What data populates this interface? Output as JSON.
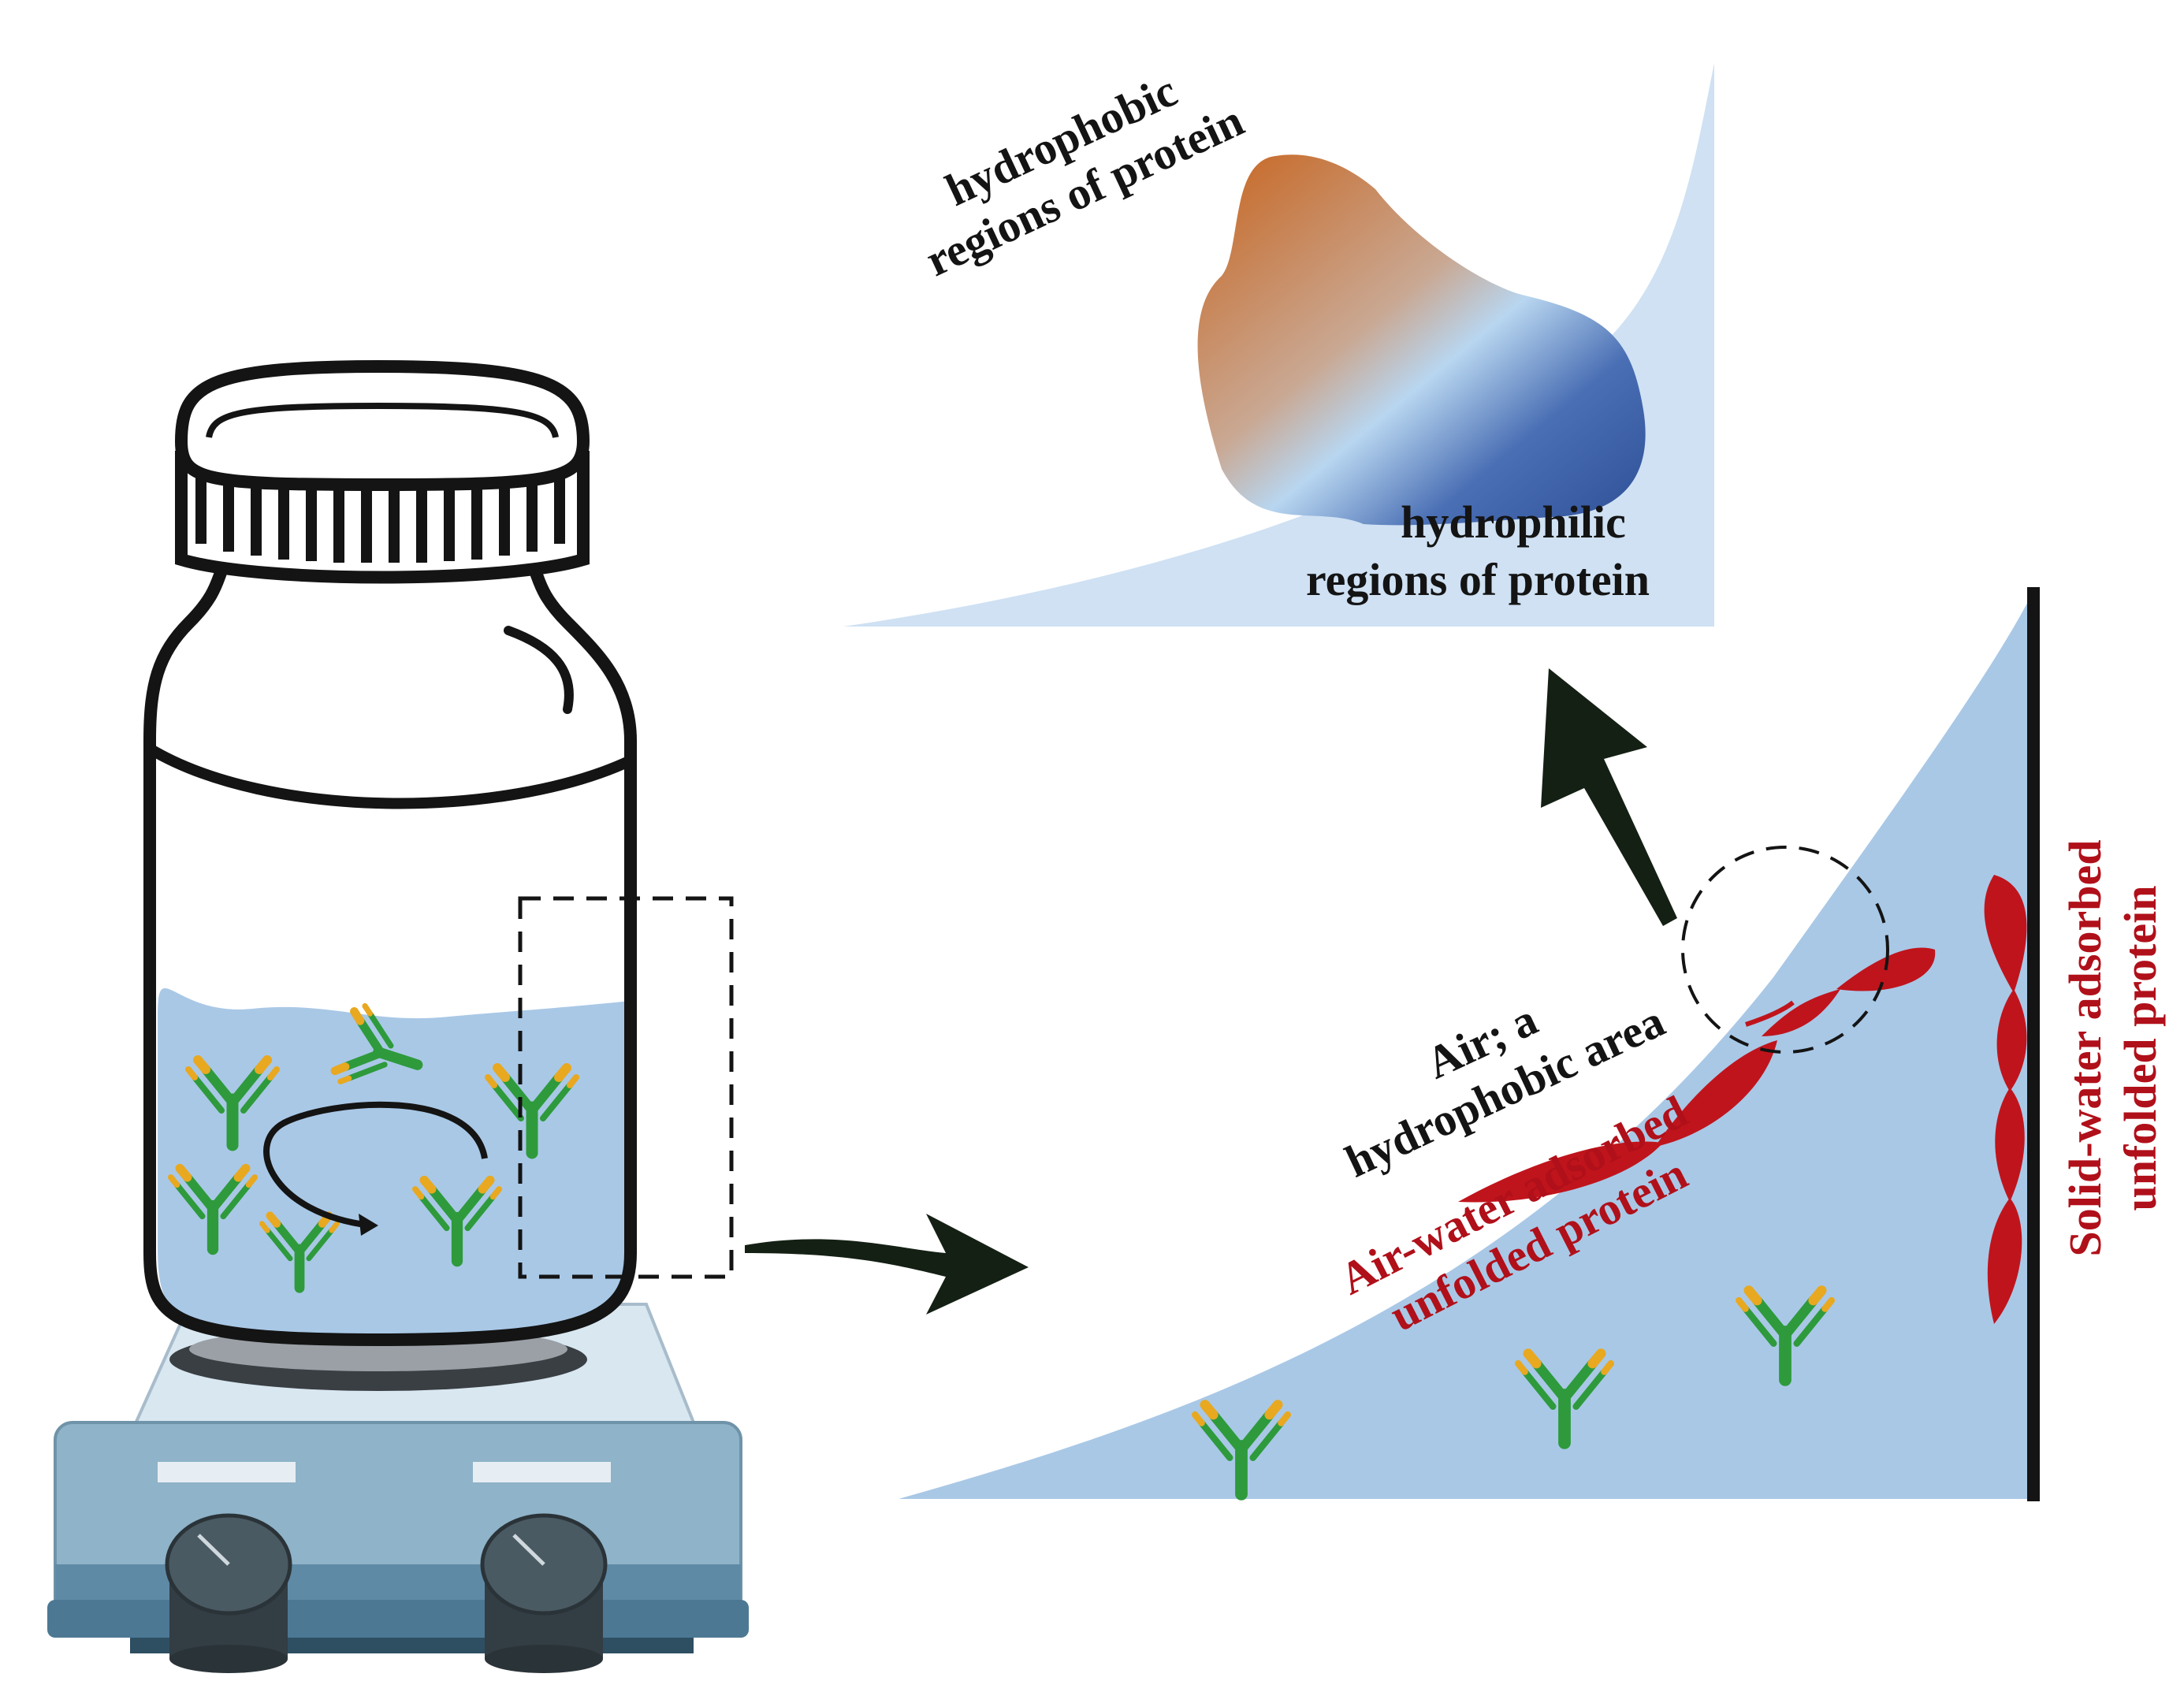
{
  "labels": {
    "hydrophobic_line1": "hydrophobic",
    "hydrophobic_line2": "regions of protein",
    "hydrophilic_line1": "hydrophilic",
    "hydrophilic_line2": "regions of protein",
    "air_line1": "Air; a",
    "air_line2": "hydrophobic area",
    "airwater_line1": "Air-water adsorbed",
    "airwater_line2": "unfolded protein",
    "solidwater_line1": "Solid-water adsorbed",
    "solidwater_line2": "unfolded protein"
  },
  "colors": {
    "liquid": "#a9c8e6",
    "liquid_light": "#cfe1f3",
    "unfolded_protein": "#c0141c",
    "antibody_green": "#2e9a3c",
    "antibody_tip": "#e8a820",
    "arrow": "#142014",
    "hydrophobic_orange": "#c8641e",
    "hydrophilic_blue": "#2e4f96",
    "label_red": "#b0101a"
  }
}
